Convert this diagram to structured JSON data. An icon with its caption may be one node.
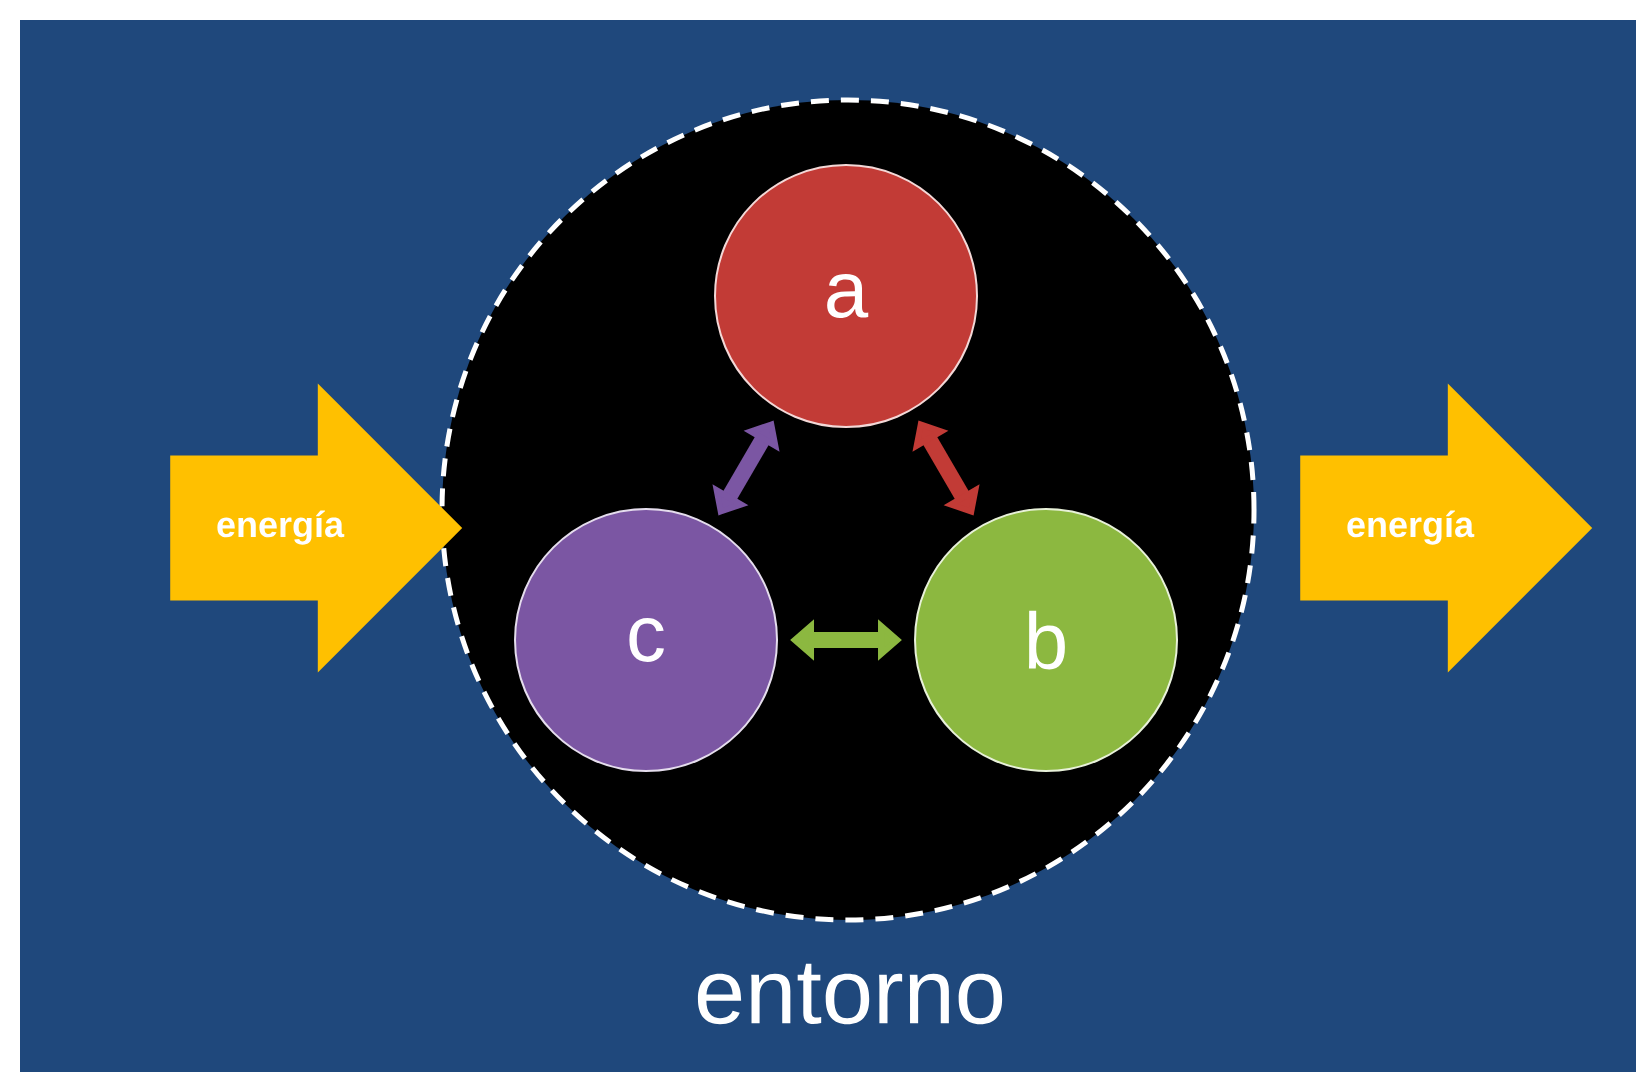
{
  "diagram": {
    "nodes": [
      {
        "text": [],
        "shape": "ellipse"
      },
      {
        "text": [
          "a"
        ],
        "in": 0
      },
      {
        "text": [
          "b"
        ],
        "in": 0
      },
      {
        "text": [
          "c"
        ],
        "in": 0
      },
      {
        "text": [
          "energía"
        ]
      },
      {
        "text": [
          "energía"
        ]
      }
    ],
    "edges": [
      {
        "from": 3,
        "to": 1,
        "arrow": "both",
        "color": "#7b56a3"
      },
      {
        "from": 1,
        "to": 2,
        "arrow": "both",
        "color": "#c23b36"
      },
      {
        "from": 3,
        "to": 2,
        "arrow": "both",
        "color": "#8cb840"
      }
    ],
    "labels": [
      "entorno"
    ]
  }
}
